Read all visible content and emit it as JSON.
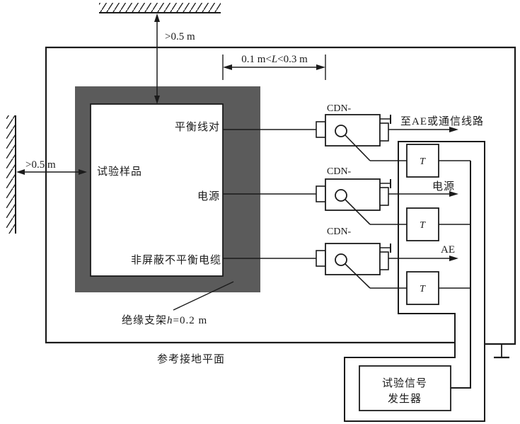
{
  "labels": {
    "top_clearance": ">0.5 m",
    "left_clearance": ">0.5 m",
    "cable_length_pre": "0.1 m<",
    "cable_length_var": "L",
    "cable_length_post": "<0.3 m",
    "eut": "试验样品",
    "port_balanced": "平衡线对",
    "port_power": "电源",
    "port_unshielded": "非屏蔽不平衡电缆",
    "cdn_1": "CDN-",
    "cdn_2": "CDN-",
    "cdn_3": "CDN-",
    "out_1": "至AE或通信线路",
    "out_2": "电源",
    "out_3": "AE",
    "t_1": "T",
    "t_2": "T",
    "t_3": "T",
    "support_pre": "绝缘支架",
    "support_var": "h",
    "support_post": "=0.2 m",
    "ground_plane": "参考接地平面",
    "generator_line1": "试验信号",
    "generator_line2": "发生器"
  },
  "colors": {
    "support_gray": "#5b5b5b",
    "line": "#1b1b1b",
    "background": "#ffffff"
  }
}
